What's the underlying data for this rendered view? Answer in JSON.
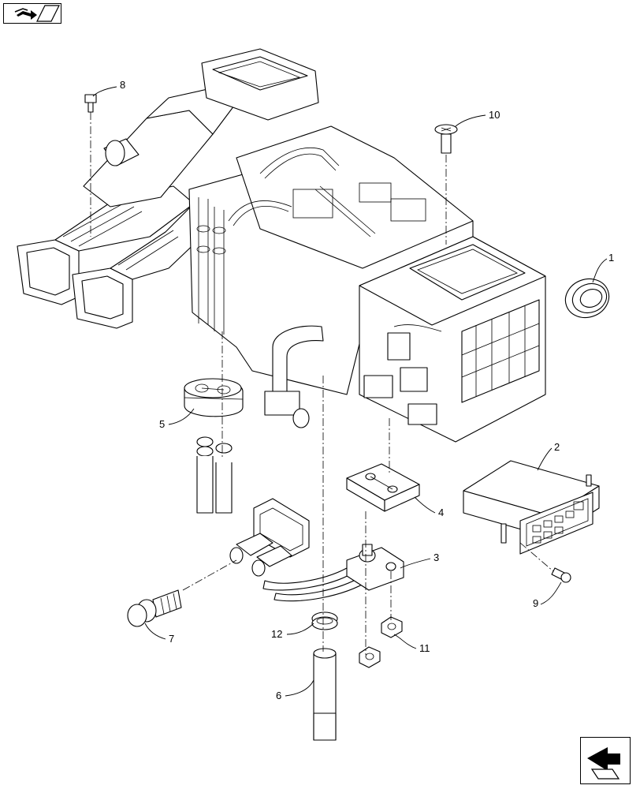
{
  "diagram": {
    "callouts": [
      {
        "id": "1",
        "text": "1"
      },
      {
        "id": "2",
        "text": "2"
      },
      {
        "id": "3",
        "text": "3"
      },
      {
        "id": "4",
        "text": "4"
      },
      {
        "id": "5",
        "text": "5"
      },
      {
        "id": "6",
        "text": "6"
      },
      {
        "id": "7",
        "text": "7"
      },
      {
        "id": "8",
        "text": "8"
      },
      {
        "id": "9",
        "text": "9"
      },
      {
        "id": "10",
        "text": "10"
      },
      {
        "id": "11",
        "text": "11"
      },
      {
        "id": "12",
        "text": "12"
      }
    ],
    "icons": {
      "top_left": "book-arrow-icon",
      "bottom_right": "next-page-arrow-icon"
    }
  }
}
